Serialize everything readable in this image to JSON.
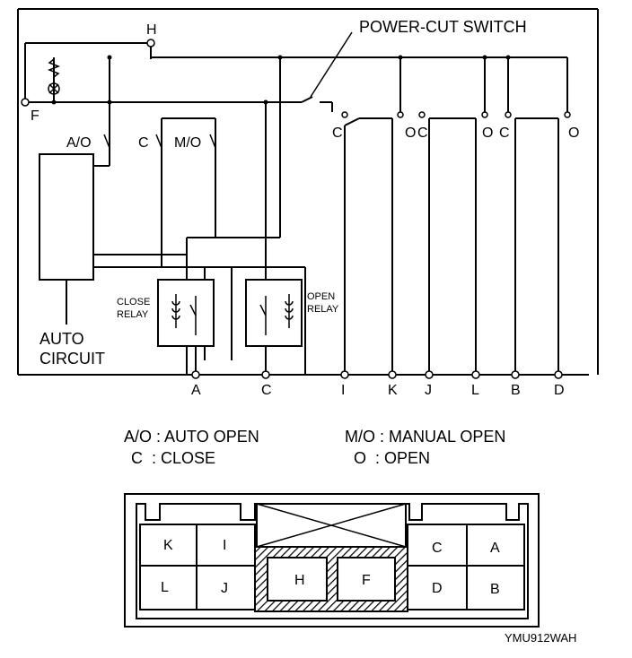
{
  "diagram": {
    "switch_label": "POWER-CUT SWITCH",
    "node_h": "H",
    "node_f": "F",
    "auto_circuit_line1": "AUTO",
    "auto_circuit_line2": "CIRCUIT",
    "close_relay_line1": "CLOSE",
    "close_relay_line2": "RELAY",
    "open_relay_line1": "OPEN",
    "open_relay_line2": "RELAY",
    "contact_ao": "A/O",
    "contact_c": "C",
    "contact_mo": "M/O",
    "switch_contacts": [
      "C",
      "O",
      "C",
      "O",
      "C",
      "O"
    ],
    "terminals": [
      "A",
      "C",
      "I",
      "K",
      "J",
      "L",
      "B",
      "D"
    ]
  },
  "legend": {
    "ao_key": "A/O : AUTO OPEN",
    "c_key": "C  : CLOSE",
    "mo_key": "M/O : MANUAL OPEN",
    "o_key": "O  : OPEN"
  },
  "connector": {
    "pins_top": [
      "K",
      "I",
      "C",
      "A"
    ],
    "pins_bottom": [
      "L",
      "J",
      "H",
      "F",
      "D",
      "B"
    ]
  },
  "footer": {
    "code": "YMU912WAH"
  }
}
